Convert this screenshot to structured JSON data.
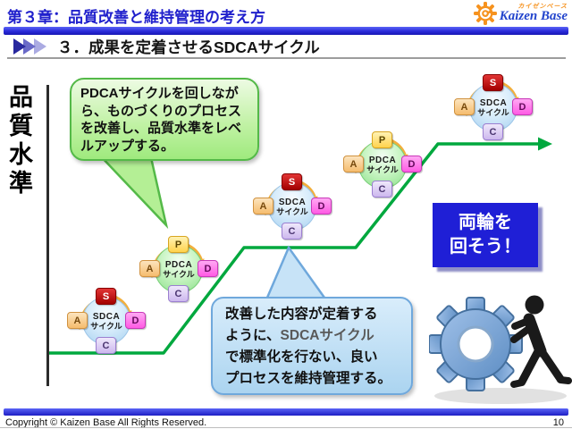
{
  "slide": {
    "chapter_title": "第３章：品質改善と維持管理の考え方",
    "section_title": "３．成果を定着させるSDCAサイクル",
    "axis_label": "品質水準",
    "logo": {
      "jp": "カイゼンベース",
      "en": "Kaizen Base"
    },
    "footer": {
      "copyright": "Copyright ©  Kaizen Base  All Rights Reserved.",
      "page_number": "10"
    }
  },
  "green_bubble": {
    "lines": [
      "PDCAサイクルを回しなが",
      "ら、ものづくりのプロセス",
      "を改善し、品質水準をレベ",
      "ルアップする。"
    ]
  },
  "blue_bubble": {
    "line1": "改善した内容が定着する",
    "line2_black": "ように、",
    "line2_gray": "SDCAサイクル",
    "line3": "で標準化を行ない、良い",
    "line4": "プロセスを維持管理する。"
  },
  "callout": {
    "line1": "両輪を",
    "line2": "回そう！"
  },
  "cycles": [
    {
      "type": "SDCA",
      "center_line1": "SDCA",
      "center_line2": "サイクル",
      "top": "S",
      "right": "D",
      "bottom": "C",
      "left": "A"
    },
    {
      "type": "PDCA",
      "center_line1": "PDCA",
      "center_line2": "サイクル",
      "top": "P",
      "right": "D",
      "bottom": "C",
      "left": "A"
    },
    {
      "type": "SDCA",
      "center_line1": "SDCA",
      "center_line2": "サイクル",
      "top": "S",
      "right": "D",
      "bottom": "C",
      "left": "A"
    },
    {
      "type": "PDCA",
      "center_line1": "PDCA",
      "center_line2": "サイクル",
      "top": "P",
      "right": "D",
      "bottom": "C",
      "left": "A"
    },
    {
      "type": "SDCA",
      "center_line1": "SDCA",
      "center_line2": "サイクル",
      "top": "S",
      "right": "D",
      "bottom": "C",
      "left": "A"
    }
  ],
  "colors": {
    "header_blue": "#2020CC",
    "bar_blue": "#2B2BDA",
    "step_green": "#00A83E",
    "callout_blue": "#1F1FD6",
    "s_red": "#A30000",
    "p_yellow": "#FFD34D",
    "d_pink": "#FF5BE4",
    "c_lavender": "#CDB8EE",
    "a_peach": "#F5BC6E",
    "gear_blue": "#6B9AD0"
  }
}
